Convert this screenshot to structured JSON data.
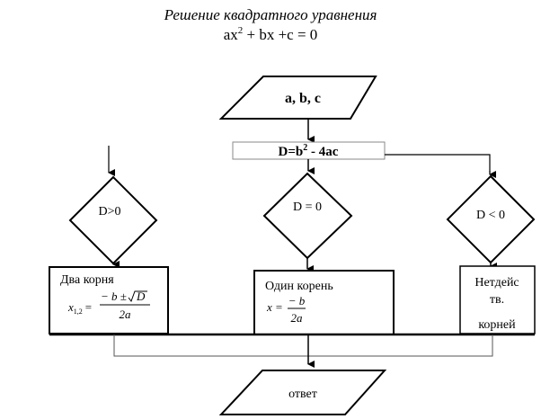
{
  "title": {
    "line1": "Решение квадратного уравнения",
    "eq_a": "ax",
    "eq_sup": "2",
    "eq_rest": " + bx +c = 0"
  },
  "input_block": {
    "label": "a, b, c"
  },
  "process_block": {
    "prefix": "D=b",
    "sup": "2",
    "suffix": " - 4ac"
  },
  "decisions": [
    {
      "id": "positive",
      "label": "D>0"
    },
    {
      "id": "zero",
      "label": "D = 0"
    },
    {
      "id": "negative",
      "label": "D < 0"
    }
  ],
  "results": {
    "two_roots": {
      "label": "Два  корня",
      "formula_lhs": "x",
      "formula_sub": "1,2",
      "formula_eq": "=",
      "numerator": "− b ±",
      "sqrt_arg": "D",
      "denominator": "2a"
    },
    "one_root": {
      "label": "Один  корень",
      "formula_lhs": "x =",
      "numerator": "− b",
      "denominator": "2a"
    },
    "no_roots": {
      "line1": "Нетдейс",
      "line2": "тв.",
      "line3": "корней"
    }
  },
  "output_block": {
    "label": "ответ"
  },
  "colors": {
    "stroke": "#000000",
    "process_border": "#8a8a8a",
    "background": "#ffffff"
  }
}
